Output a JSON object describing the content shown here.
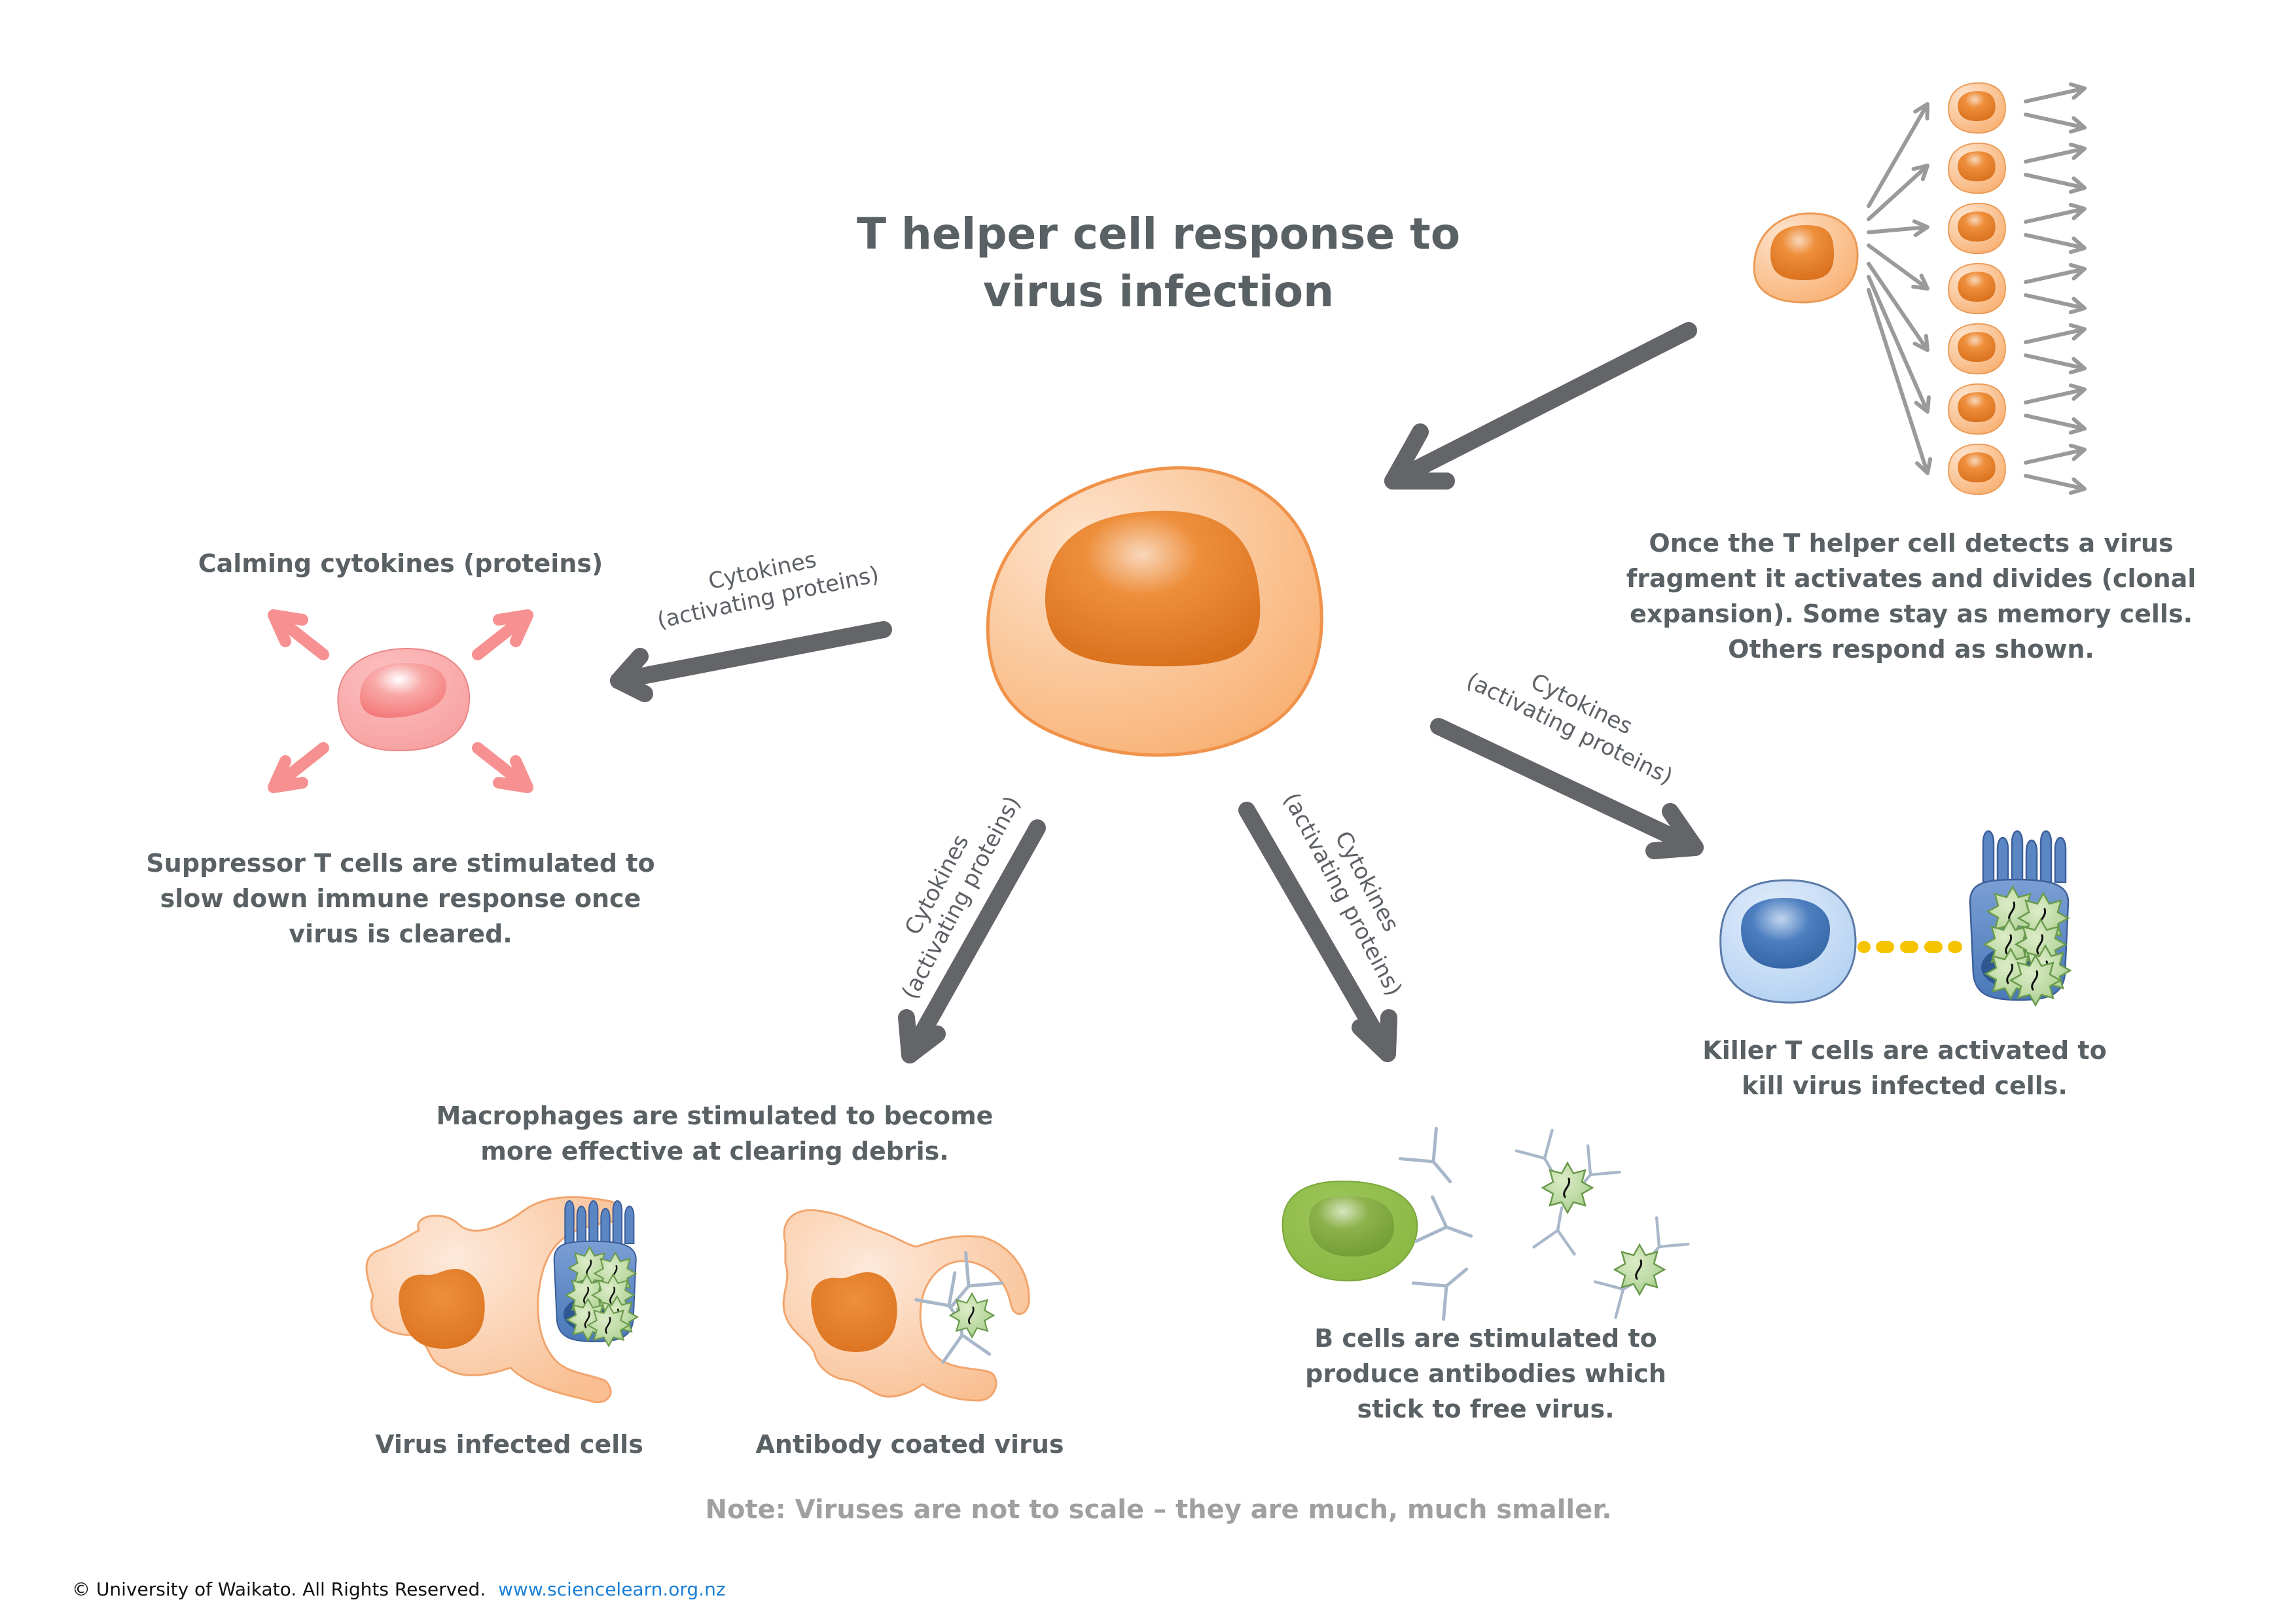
{
  "title": {
    "line1": "T helper cell response to",
    "line2": "virus infection"
  },
  "clonal_expansion": {
    "daughter_cell_count": 7,
    "outgoing_arrow_count": 14,
    "caption": [
      "Once the T helper cell detects a virus",
      "fragment it activates and divides (clonal",
      "expansion). Some stay as memory cells.",
      "Others respond as shown."
    ]
  },
  "cytokine_label": {
    "line1": "Cytokines",
    "line2": "(activating proteins)"
  },
  "suppressor": {
    "top_label": "Calming cytokines (proteins)",
    "caption": [
      "Suppressor T cells are stimulated to",
      "slow down immune response once",
      "virus is cleared."
    ]
  },
  "killer": {
    "caption": [
      "Killer T cells are activated to",
      "kill virus infected cells."
    ]
  },
  "macrophages": {
    "caption": [
      "Macrophages are stimulated to become",
      "more effective at clearing debris."
    ],
    "left_label": "Virus infected cells",
    "right_label": "Antibody coated virus"
  },
  "b_cells": {
    "caption": [
      "B cells are stimulated to",
      "produce antibodies which",
      "stick to free virus."
    ]
  },
  "note": "Note: Viruses are not to scale – they are much, much smaller.",
  "footer": {
    "copyright": "© University of Waikato. All Rights Reserved.",
    "link": "www.sciencelearn.org.nz"
  },
  "colors": {
    "t_helper": "#f7a764",
    "t_helper_nucleus": "#e57a22",
    "suppressor": "#f8a0a0",
    "killer": "#b9d4f1",
    "killer_nucleus": "#3c6fb0",
    "infected_cell": "#5b86c4",
    "virus": "#a9cf8a",
    "b_cell": "#8cb846",
    "macrophage": "#fbc69b",
    "arrow": "#636569",
    "link": "#1b7fd6"
  }
}
